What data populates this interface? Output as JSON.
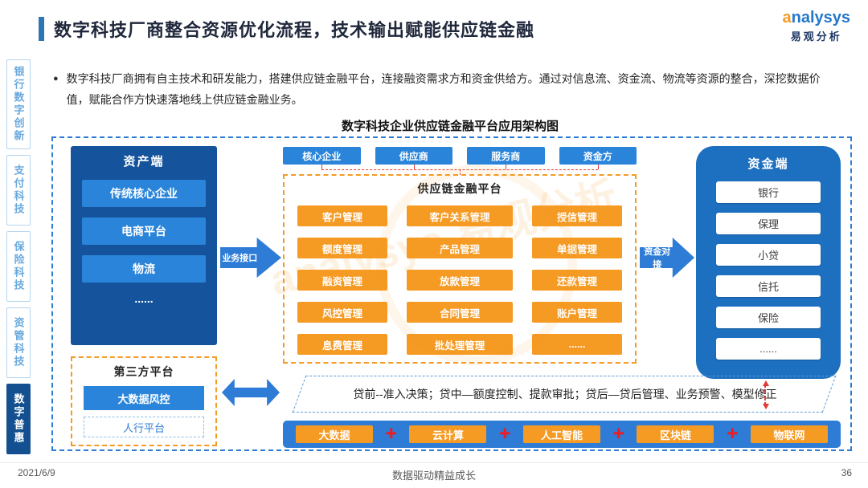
{
  "header": {
    "title": "数字科技厂商整合资源优化流程，技术输出赋能供应链金融",
    "logo_brand": "analysys",
    "logo_sub": "易观分析"
  },
  "intro": {
    "bullet": "●",
    "text": "数字科技厂商拥有自主技术和研发能力，搭建供应链金融平台，连接融资需求方和资金供给方。通过对信息流、资金流、物流等资源的整合，深挖数据价值，赋能合作方快速落地线上供应链金融业务。"
  },
  "sidebar": {
    "items": [
      {
        "label": "银行数字创新",
        "active": false
      },
      {
        "label": "支付科技",
        "active": false
      },
      {
        "label": "保险科技",
        "active": false
      },
      {
        "label": "资管科技",
        "active": false
      },
      {
        "label": "数字普惠",
        "active": true
      }
    ]
  },
  "diagram": {
    "title": "数字科技企业供应链金融平台应用架构图",
    "asset_side": {
      "title": "资产端",
      "items": [
        "传统核心企业",
        "电商平台",
        "物流",
        "......"
      ]
    },
    "third_party": {
      "title": "第三方平台",
      "items": [
        "大数据风控",
        "人行平台"
      ]
    },
    "business_interface_label": "业务接口",
    "funding_connect_label": "资金对接",
    "top_roles": [
      "核心企业",
      "供应商",
      "服务商",
      "资金方"
    ],
    "platform": {
      "title": "供应链金融平台",
      "rows": [
        [
          "客户管理",
          "客户关系管理",
          "授信管理"
        ],
        [
          "额度管理",
          "产品管理",
          "单据管理"
        ],
        [
          "融资管理",
          "放款管理",
          "还款管理"
        ],
        [
          "风控管理",
          "合同管理",
          "账户管理"
        ],
        [
          "息费管理",
          "批处理管理",
          "......"
        ]
      ]
    },
    "funding_side": {
      "title": "资金端",
      "items": [
        "银行",
        "保理",
        "小贷",
        "信托",
        "保险",
        "......"
      ]
    },
    "loan_process": "贷前--准入决策；贷中—额度控制、提款审批；贷后—贷后管理、业务预警、模型修正",
    "technologies": [
      "大数据",
      "云计算",
      "人工智能",
      "区块链",
      "物联网"
    ],
    "plus_symbol": "+"
  },
  "footer": {
    "date": "2021/6/9",
    "slogan": "数据驱动精益成长",
    "page_number": "36"
  },
  "colors": {
    "accent_blue": "#2e7cd6",
    "deep_blue": "#15549c",
    "orange": "#f59a23",
    "red": "#e53935"
  }
}
